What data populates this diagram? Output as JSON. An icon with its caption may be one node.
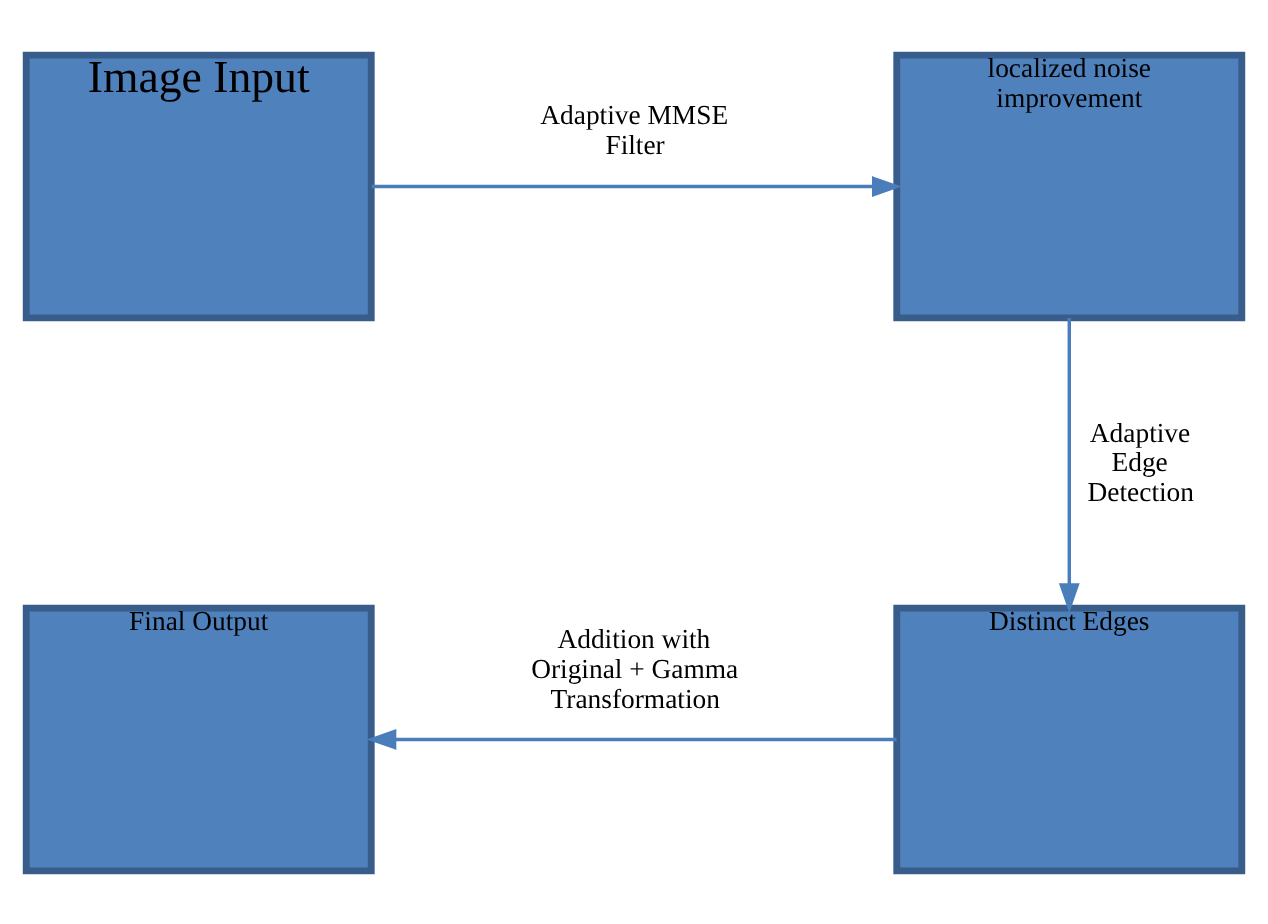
{
  "diagram": {
    "nodes": [
      {
        "text": [
          "Image Input"
        ]
      },
      {
        "text": [
          "localized noise improvement"
        ]
      },
      {
        "text": [
          "Distinct Edges"
        ]
      },
      {
        "text": [
          "Final Output"
        ]
      }
    ],
    "edges": [
      {
        "from": 0,
        "to": 1,
        "arrow": "to",
        "label": "Adaptive MMSE Filter"
      },
      {
        "from": 1,
        "to": 2,
        "arrow": "to",
        "label": "Adaptive Edge Detection"
      },
      {
        "from": 2,
        "to": 3,
        "arrow": "to",
        "label": "Addition with Original + Gamma Transformation"
      }
    ]
  }
}
